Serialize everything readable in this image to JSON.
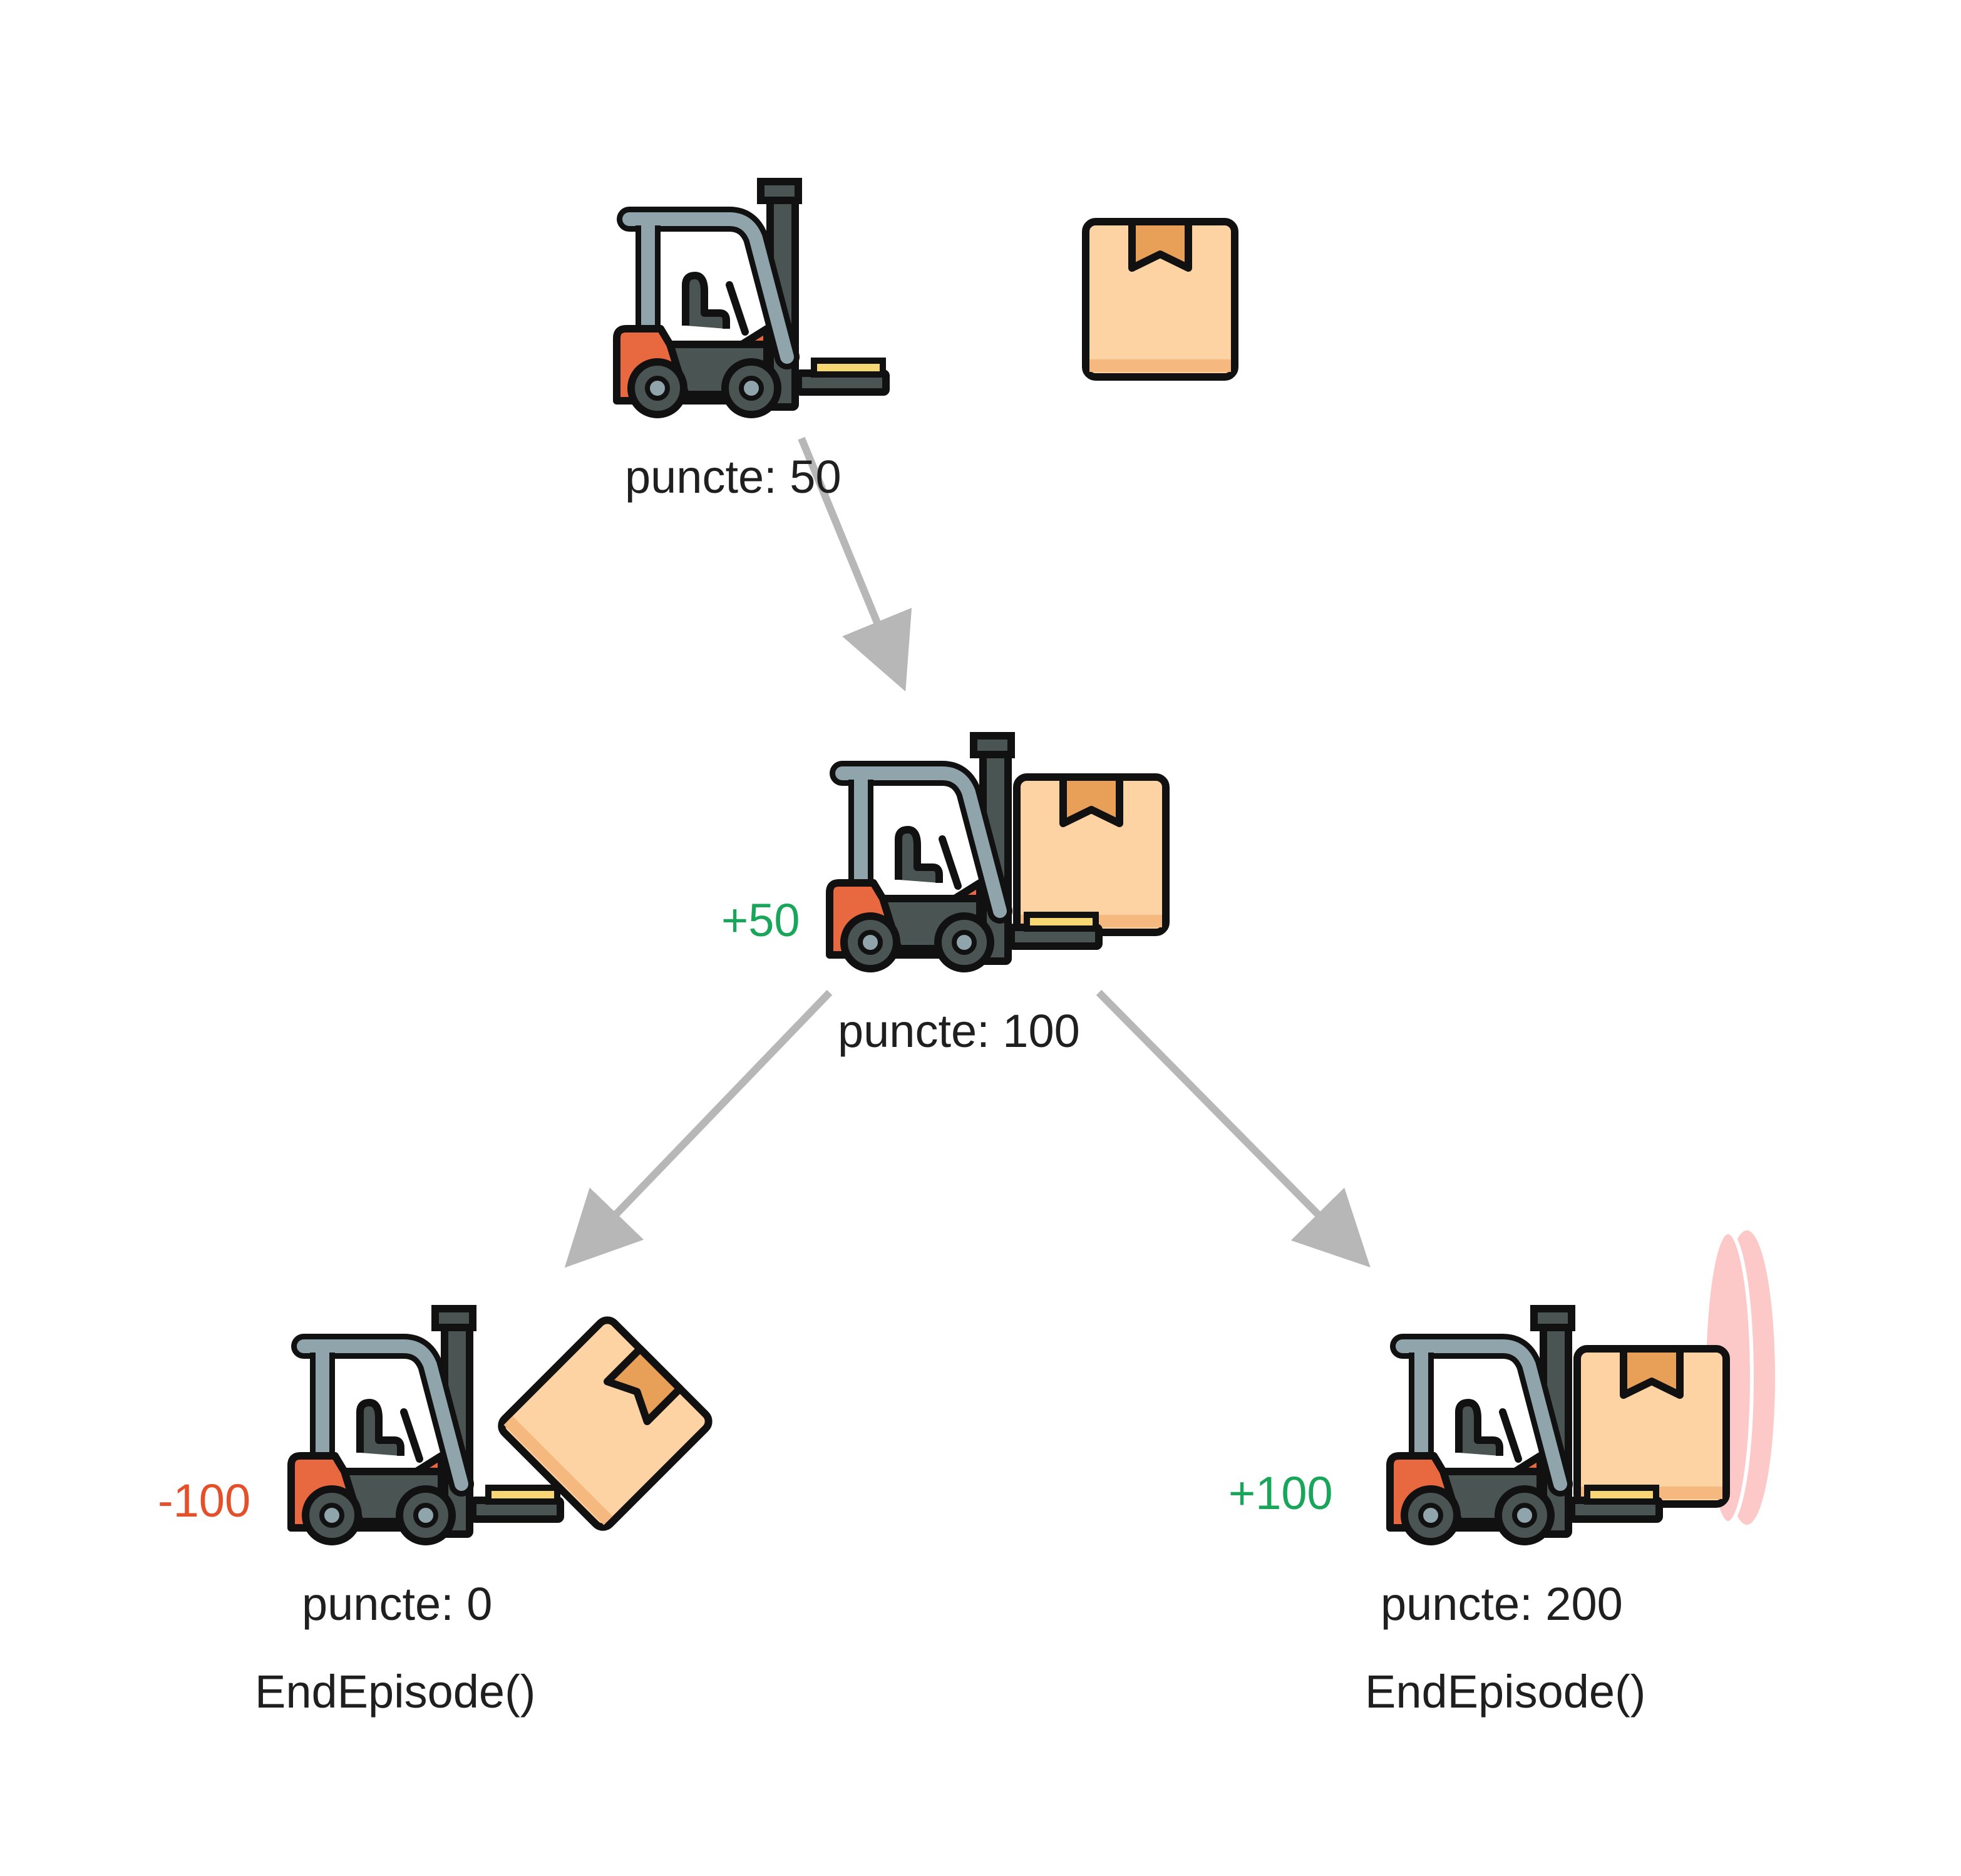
{
  "colors": {
    "arrow": "#b7b7b7",
    "positive": "#1aa65a",
    "negative": "#e4502a",
    "box_fill": "#fdd3a3",
    "box_tape": "#e89f58",
    "forklift_body": "#e8693f",
    "forklift_dark": "#4a5553",
    "forklift_mast": "#8fa4ab",
    "fork_yellow": "#f7d774",
    "goal_zone": "#fdc8c8"
  },
  "nodes": {
    "start": {
      "score_label": "puncte: 50"
    },
    "carry": {
      "score_label": "puncte: 100",
      "reward": "+50"
    },
    "fail": {
      "score_label": "puncte: 0",
      "reward": "-100",
      "end_label": "EndEpisode()"
    },
    "success": {
      "score_label": "puncte: 200",
      "reward": "+100",
      "end_label": "EndEpisode()"
    }
  },
  "icons": {
    "forklift": "forklift-icon",
    "box": "package-box-icon",
    "goal": "goal-zone-icon"
  }
}
